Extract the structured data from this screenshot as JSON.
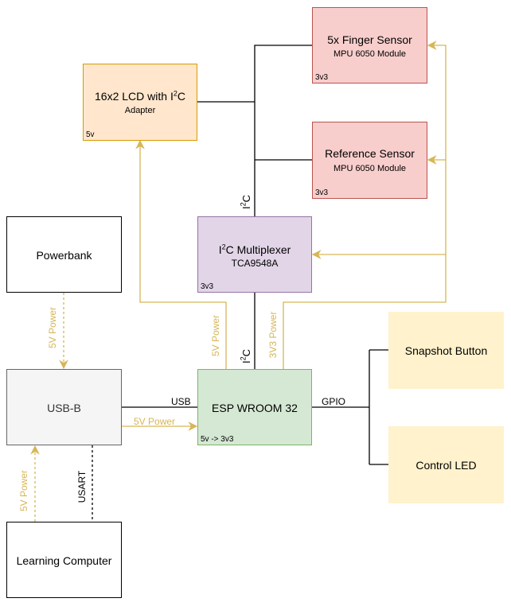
{
  "colors": {
    "line_black": "#000000",
    "line_gold": "#d6b656",
    "red_fill": "#f8cecc",
    "red_stroke": "#b85450",
    "orange_fill": "#ffe6cc",
    "orange_stroke": "#d79b00",
    "purple_fill": "#e1d5e7",
    "purple_stroke": "#9673a6",
    "green_fill": "#d5e8d4",
    "green_stroke": "#82b366",
    "gray_fill": "#f5f5f5",
    "gray_stroke": "#666666",
    "yellow_fill": "#fff2cc"
  },
  "nodes": {
    "finger_sensor": {
      "title": "5x Finger Sensor",
      "subtitle": "MPU 6050 Module",
      "corner": "3v3"
    },
    "lcd": {
      "title_pre": "16x2 LCD with I",
      "title_sup": "2",
      "title_post": "C",
      "subtitle": "Adapter",
      "corner": "5v"
    },
    "reference_sensor": {
      "title": "Reference Sensor",
      "subtitle": "MPU 6050 Module",
      "corner": "3v3"
    },
    "multiplexer": {
      "title_pre": "I",
      "title_sup": "2",
      "title_post": "C Multiplexer",
      "subtitle": "TCA9548A",
      "corner": "3v3"
    },
    "powerbank": {
      "title": "Powerbank"
    },
    "usb_b": {
      "title": "USB-B"
    },
    "esp": {
      "title": "ESP WROOM 32",
      "corner": "5v -> 3v3"
    },
    "snapshot_button": {
      "title": "Snapshot Button"
    },
    "control_led": {
      "title": "Control LED"
    },
    "learning_computer": {
      "title": "Learning Computer"
    }
  },
  "edge_labels": {
    "i2c_top_pre": "I",
    "i2c_top_sup": "2",
    "i2c_top_post": "C",
    "i2c_bottom_pre": "I",
    "i2c_bottom_sup": "2",
    "i2c_bottom_post": "C",
    "power_lcd": "5V Power",
    "power_3v3": "3V3 Power",
    "power_powerbank": "5V Power",
    "usb": "USB",
    "power_usb_esp": "5V Power",
    "gpio": "GPIO",
    "power_computer": "5V Power",
    "usart": "USART"
  }
}
